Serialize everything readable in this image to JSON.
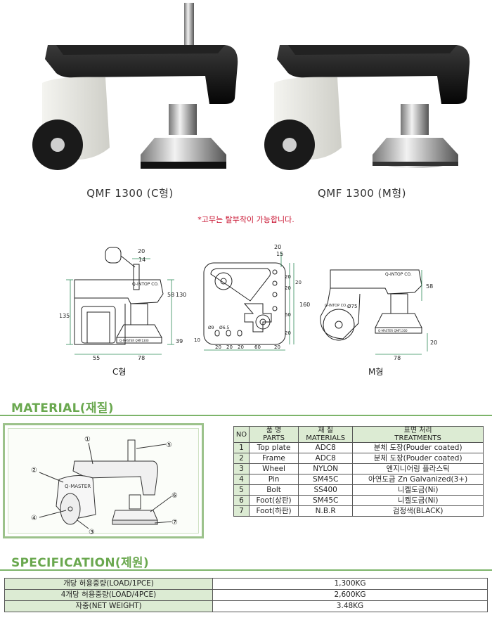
{
  "photos": {
    "left_label": "QMF 1300 (C형)",
    "right_label": "QMF 1300 (M형)",
    "note": "*고무는 탈부착이 가능합니다."
  },
  "drawings": {
    "c_label": "C형",
    "m_label": "M형",
    "brand_text": "Q-INTOP CO.",
    "plate_text": "Q-MASTER  QMF1300",
    "c_dims": {
      "top_20": "20",
      "top_14": "14",
      "d130": "130",
      "d58": "58",
      "d135": "135",
      "d39": "39",
      "d55": "55",
      "d78": "78"
    },
    "plate_dims": {
      "top_20": "20",
      "top_15": "15",
      "r20a": "20",
      "r20b": "20",
      "r20c": "20",
      "d160": "160",
      "d60": "60",
      "r20d": "20",
      "h6": "Ø9",
      "h65": "Ø6.5",
      "b20a": "20",
      "b20b": "20",
      "b20c": "20",
      "b60": "60",
      "b20d": "20",
      "l10": "10"
    },
    "m_dims": {
      "d75": "Ø75",
      "d58": "58",
      "d20": "20",
      "d78": "78"
    }
  },
  "material": {
    "title": "MATERIAL(재질)",
    "diagram_brand": "Q-MASTER",
    "callouts": [
      "①",
      "②",
      "③",
      "④",
      "⑤",
      "⑥",
      "⑦"
    ],
    "headers": {
      "no": "NO",
      "parts_kr": "품 명",
      "parts_en": "PARTS",
      "materials_kr": "재 질",
      "materials_en": "MATERIALS",
      "treat_kr": "표면 처리",
      "treat_en": "TREATMENTS"
    },
    "rows": [
      {
        "no": "1",
        "part": "Top plate",
        "material": "ADC8",
        "treatment": "분체 도장(Pouder coated)"
      },
      {
        "no": "2",
        "part": "Frame",
        "material": "ADC8",
        "treatment": "분체 도장(Pouder coated)"
      },
      {
        "no": "3",
        "part": "Wheel",
        "material": "NYLON",
        "treatment": "엔지니어링 플라스틱"
      },
      {
        "no": "4",
        "part": "Pin",
        "material": "SM45C",
        "treatment": "아연도금 Zn Galvanized(3+)"
      },
      {
        "no": "5",
        "part": "Bolt",
        "material": "SS400",
        "treatment": "니켈도금(Ni)"
      },
      {
        "no": "6",
        "part": "Foot(상판)",
        "material": "SM45C",
        "treatment": "니켈도금(Ni)"
      },
      {
        "no": "7",
        "part": "Foot(하판)",
        "material": "N.B.R",
        "treatment": "검정색(BLACK)"
      }
    ]
  },
  "specification": {
    "title": "SPECIFICATION(제원)",
    "rows": [
      {
        "key": "개당 허용중량(LOAD/1PCE)",
        "value": "1,300KG"
      },
      {
        "key": "4개당 허용중량(LOAD/4PCE)",
        "value": "2,600KG"
      },
      {
        "key": "자중(NET WEIGHT)",
        "value": "3.48KG"
      }
    ]
  },
  "colors": {
    "accent_green": "#6aa84f",
    "table_header": "#dcebd3",
    "note_red": "#c8102e"
  }
}
